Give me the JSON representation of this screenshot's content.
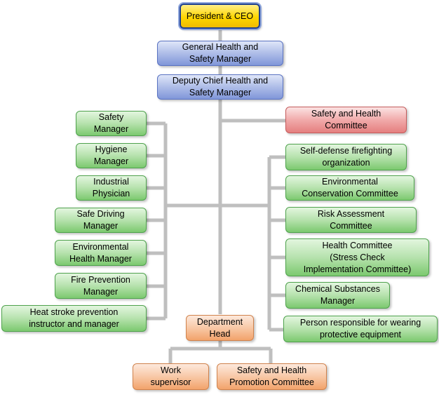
{
  "chart": {
    "top": {
      "ceo": "President & CEO",
      "general_manager": "General Health and\nSafety Manager",
      "deputy_manager": "Deputy Chief Health and\nSafety Manager"
    },
    "committee": "Safety and Health\nCommittee",
    "left": [
      "Safety\nManager",
      "Hygiene\nManager",
      "Industrial\nPhysician",
      "Safe Driving\nManager",
      "Environmental\nHealth Manager",
      "Fire Prevention\nManager",
      "Heat stroke prevention\ninstructor and manager"
    ],
    "right": [
      "Self-defense firefighting\norganization",
      "Environmental\nConservation Committee",
      "Risk Assessment\nCommittee",
      "Health Committee\n(Stress Check\nImplementation Committee)",
      "Chemical Substances\nManager",
      "Person responsible for wearing\nprotective equipment"
    ],
    "department_head": "Department\nHead",
    "bottom": [
      "Work\nsupervisor",
      "Safety and Health\nPromotion Committee"
    ]
  }
}
